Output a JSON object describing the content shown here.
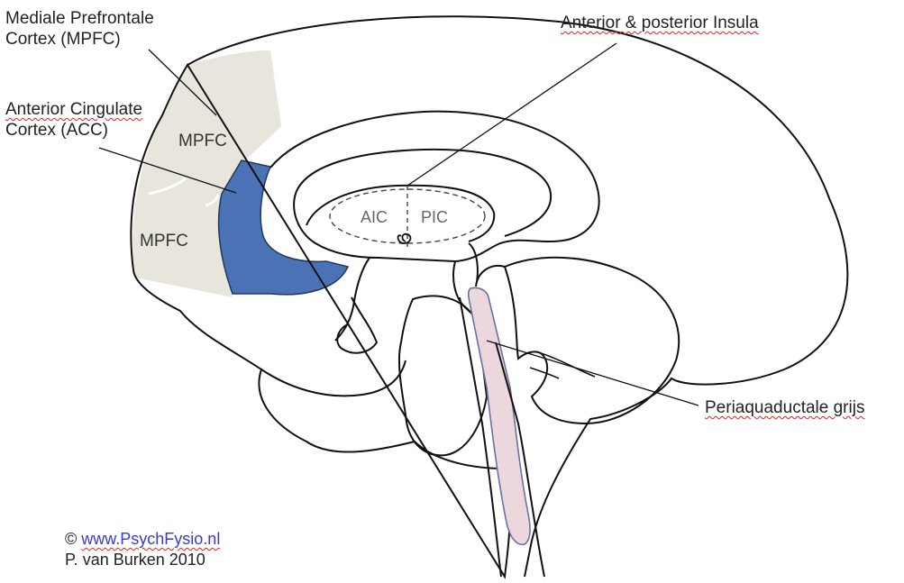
{
  "labels": {
    "mpfc_title_line1": "Mediale Prefrontale",
    "mpfc_title_line2": "Cortex (MPFC)",
    "acc_title_line1": "Anterior Cingulate",
    "acc_title_line2": "Cortex (ACC)",
    "insula_title": "Anterior & posterior Insula",
    "pag_title": "Periaquaductale grijs"
  },
  "regions": {
    "mpfc_upper": "MPFC",
    "mpfc_lower": "MPFC",
    "aic": "AIC",
    "pic": "PIC"
  },
  "credit": {
    "copyright_symbol": "©",
    "website": "www.PsychFysio.nl",
    "author": "P. van Burken 2010"
  },
  "colors": {
    "mpfc_fill": "#e8e5dc",
    "acc_fill": "#4a72b4",
    "pag_fill": "#ecd8dc",
    "outline": "#111111",
    "spellcheck_underline": "#e02020"
  }
}
